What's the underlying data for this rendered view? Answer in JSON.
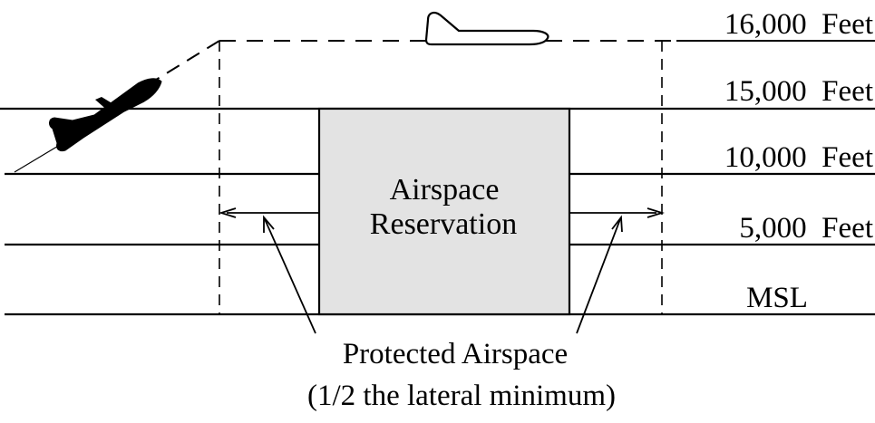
{
  "altitude_labels": {
    "ft16000": "16,000  Feet",
    "ft15000": "15,000  Feet",
    "ft10000": "10,000  Feet",
    "ft5000": "5,000  Feet",
    "msl": "MSL"
  },
  "reservation": {
    "line1": "Airspace",
    "line2": "Reservation",
    "fill_color": "#e3e3e3"
  },
  "caption": {
    "line1": "Protected Airspace",
    "line2": "(1/2 the lateral minimum)"
  },
  "icons": {
    "climbing_aircraft": "black-airplane-silhouette-icon",
    "cruising_aircraft": "outline-airplane-icon"
  }
}
